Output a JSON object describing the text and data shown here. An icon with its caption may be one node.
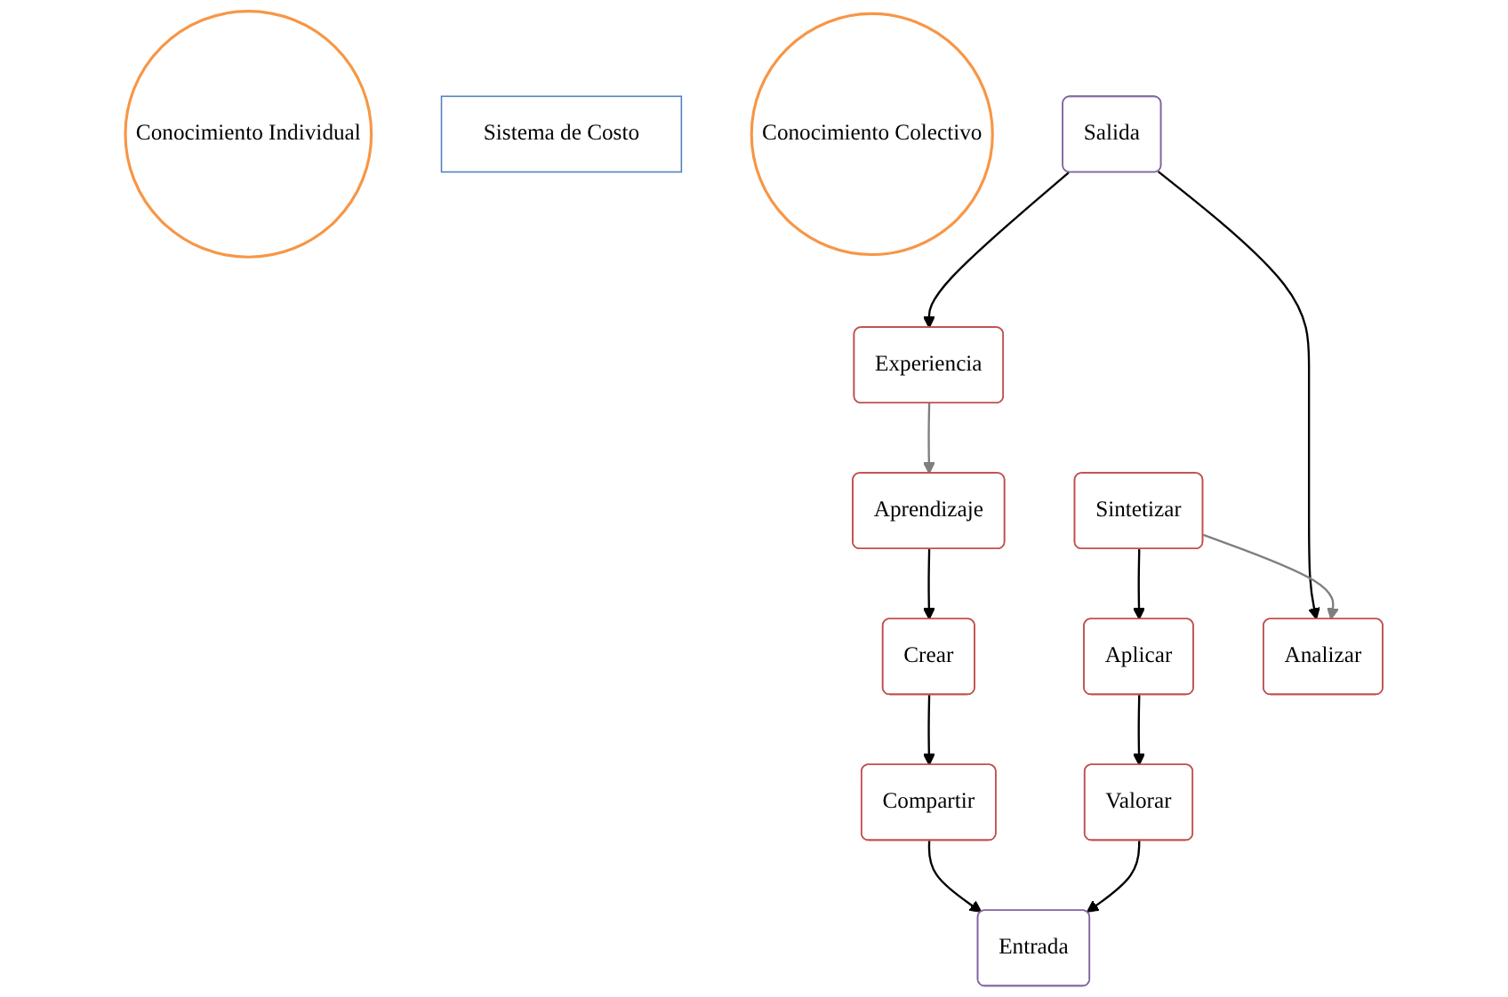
{
  "diagram": {
    "nodes": [
      {
        "text": [
          "Crear"
        ]
      },
      {
        "text": [
          "Compartir"
        ]
      },
      {
        "text": [
          "Valorar"
        ]
      },
      {
        "text": [
          "Aplicar"
        ]
      },
      {
        "text": [
          "Entrada"
        ]
      },
      {
        "text": [
          "Conocimiento Individual"
        ]
      },
      {
        "text": [
          "Sistema de Costo"
        ]
      },
      {
        "text": [
          "Conocimiento Colectivo"
        ]
      },
      {
        "text": [
          "Salida"
        ]
      },
      {
        "text": [
          "Aprendizaje"
        ]
      },
      {
        "text": [
          "Experiencia"
        ]
      },
      {
        "text": [
          "Analizar"
        ]
      },
      {
        "text": [
          "Sintetizar"
        ]
      }
    ],
    "edges": [
      {
        "from": 0,
        "to": 1,
        "arrow": "to"
      },
      {
        "from": 3,
        "to": 2,
        "arrow": "to"
      },
      {
        "from": 1,
        "to": 4,
        "arrow": "to"
      },
      {
        "from": 2,
        "to": 4,
        "arrow": "to"
      },
      {
        "from": 8,
        "to": 10,
        "arrow": "to"
      },
      {
        "from": 8,
        "to": 11,
        "arrow": "to"
      },
      {
        "from": 12,
        "to": 11,
        "arrow": "to",
        "color": "#7f7f7f"
      },
      {
        "from": 10,
        "to": 9,
        "arrow": "to",
        "color": "#7f7f7f"
      },
      {
        "from": 9,
        "to": 0,
        "arrow": "to"
      },
      {
        "from": 12,
        "to": 3,
        "arrow": "to"
      }
    ]
  }
}
